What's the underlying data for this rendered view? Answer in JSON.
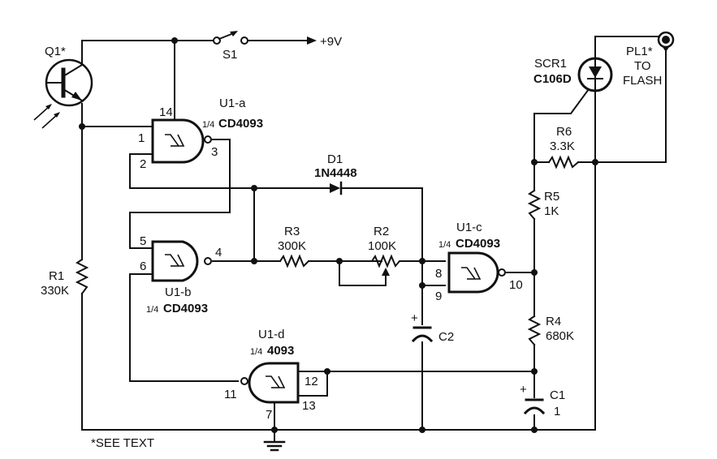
{
  "diagram": {
    "type": "electronic schematic",
    "footnote": "*SEE TEXT",
    "supply": {
      "label": "+9V",
      "switch": "S1"
    },
    "components": {
      "Q1": {
        "ref": "Q1*",
        "kind": "phototransistor"
      },
      "R1": {
        "ref": "R1",
        "value": "330K"
      },
      "R2": {
        "ref": "R2",
        "value": "100K",
        "kind": "potentiometer"
      },
      "R3": {
        "ref": "R3",
        "value": "300K"
      },
      "R4": {
        "ref": "R4",
        "value": "680K"
      },
      "R5": {
        "ref": "R5",
        "value": "1K"
      },
      "R6": {
        "ref": "R6",
        "value": "3.3K"
      },
      "C1": {
        "ref": "C1",
        "value": "1",
        "polarity": "+"
      },
      "C2": {
        "ref": "C2",
        "polarity": "+"
      },
      "D1": {
        "ref": "D1",
        "part": "1N4448"
      },
      "SCR1": {
        "ref": "SCR1",
        "part": "C106D"
      },
      "PL1": {
        "ref": "PL1*",
        "line1": "TO",
        "line2": "FLASH"
      }
    },
    "gates": {
      "U1a": {
        "ref": "U1-a",
        "frac": "1/4",
        "part": "CD4093",
        "pins": {
          "in1": "1",
          "in2": "2",
          "out": "3",
          "vdd": "14"
        }
      },
      "U1b": {
        "ref": "U1-b",
        "frac": "1/4",
        "part": "CD4093",
        "pins": {
          "in1": "5",
          "in2": "6",
          "out": "4"
        }
      },
      "U1c": {
        "ref": "U1-c",
        "frac": "1/4",
        "part": "CD4093",
        "pins": {
          "in1": "8",
          "in2": "9",
          "out": "10"
        }
      },
      "U1d": {
        "ref": "U1-d",
        "frac": "1/4",
        "part": "4093",
        "pins": {
          "in1": "12",
          "in2": "13",
          "out": "11",
          "gnd": "7"
        }
      }
    }
  }
}
